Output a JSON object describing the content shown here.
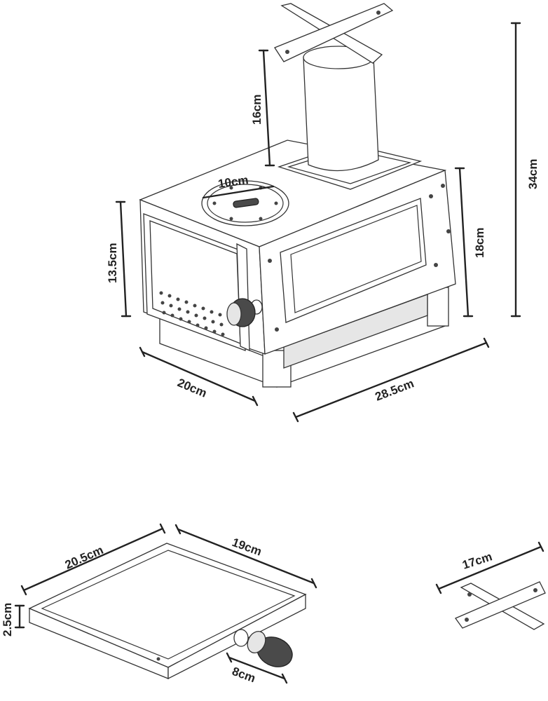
{
  "dimensions": {
    "chimney_height": "16cm",
    "total_height": "34cm",
    "lid_diameter": "10cm",
    "door_height": "13.5cm",
    "body_height": "18cm",
    "width": "20cm",
    "length": "28.5cm",
    "tray_width": "20.5cm",
    "tray_length": "19cm",
    "tray_height": "2.5cm",
    "handle_length": "8cm",
    "stand_width": "17cm"
  },
  "colors": {
    "line": "#222222",
    "panel": "#e6e6e6",
    "handle": "#4a4a4a"
  }
}
